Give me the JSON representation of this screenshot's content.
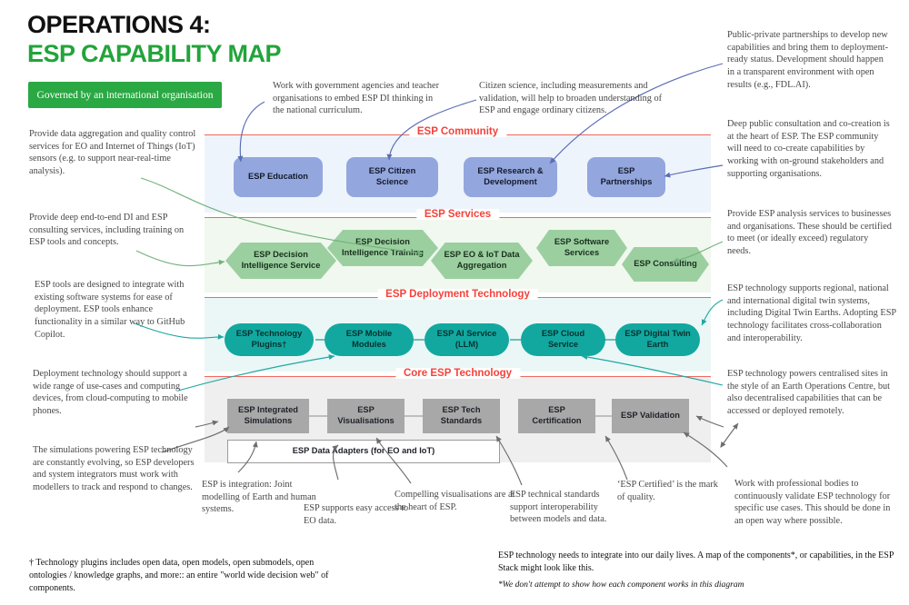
{
  "header": {
    "title_line1": "OPERATIONS 4:",
    "title_line2": "ESP CAPABILITY MAP",
    "banner_label": "Governed by an international organisation",
    "accent_green": "#2aa843",
    "title_dark": "#111111",
    "title_green": "#22a43a"
  },
  "bands": {
    "community": {
      "label": "ESP Community",
      "rule_color": "#f1685e",
      "fill": "#eef4fc",
      "node_fill": "#93a6dd",
      "nodes": [
        {
          "label": "ESP Education"
        },
        {
          "label": "ESP Citizen Science"
        },
        {
          "label": "ESP Research & Development"
        },
        {
          "label": "ESP Partnerships"
        }
      ]
    },
    "services": {
      "label": "ESP Services",
      "fill": "#f1f8ef",
      "node_fill": "#9ccfa0",
      "nodes": [
        {
          "label": "ESP Decision Intelligence Service"
        },
        {
          "label": "ESP Decision Intelligence Training"
        },
        {
          "label": "ESP EO & IoT Data Aggregation"
        },
        {
          "label": "ESP Software Services"
        },
        {
          "label": "ESP Consulting"
        }
      ]
    },
    "deployment": {
      "label": "ESP Deployment Technology",
      "fill": "#eaf7f6",
      "node_fill": "#12a8a0",
      "nodes": [
        {
          "label": "ESP Technology Plugins†"
        },
        {
          "label": "ESP Mobile Modules"
        },
        {
          "label": "ESP AI Service (LLM)"
        },
        {
          "label": "ESP Cloud Service"
        },
        {
          "label": "ESP Digital Twin Earth"
        }
      ]
    },
    "core": {
      "label": "Core ESP Technology",
      "fill": "#efefef",
      "node_fill": "#a8a8a8",
      "nodes": [
        {
          "label": "ESP Integrated Simulations"
        },
        {
          "label": "ESP Visualisations"
        },
        {
          "label": "ESP Tech Standards"
        },
        {
          "label": "ESP Certification"
        },
        {
          "label": "ESP Validation"
        }
      ],
      "adapter": {
        "label": "ESP Data Adapters (for EO and IoT)"
      }
    }
  },
  "notes": {
    "top_curriculum": "Work with government agencies and teacher organisations to embed ESP DI thinking in the national curriculum.",
    "top_citizen": "Citizen science, including measurements and validation, will help to broaden understanding of ESP and engage ordinary citizens.",
    "right_partnerships": "Public-private partnerships to develop new capabilities and bring them to deployment-ready status. Development should happen in a transparent environment with open results (e.g., FDL.AI).",
    "right_consultation": "Deep public consultation and co-creation is at the heart of ESP. The ESP community will need to co-create capabilities by working with on-ground stakeholders and supporting organisations.",
    "right_analysis": "Provide ESP analysis services to businesses and organisations. These should be certified to meet (or ideally exceed) regulatory needs.",
    "right_digital_twin": "ESP technology supports regional, national and international digital twin systems, including Digital Twin Earths. Adopting ESP technology facilitates cross-collaboration and interoperability.",
    "right_centralised": "ESP technology powers centralised sites in the style of an Earth Operations Centre, but also decentralised capabilities that can be accessed or deployed remotely.",
    "right_validate": "Work with professional bodies to continuously validate ESP technology for specific use cases. This should be done in an open way where possible.",
    "left_aggregation": "Provide data aggregation and quality control services for EO and Internet of Things (IoT) sensors (e.g. to support near-real-time analysis).",
    "left_consulting": "Provide deep end-to-end DI and ESP consulting services, including training on ESP tools and concepts.",
    "left_integrate": "ESP tools are designed to integrate with existing software systems for ease of deployment. ESP tools enhance functionality in a similar way to GitHub Copilot.",
    "left_usecases": "Deployment technology should support a wide range of use-cases and computing devices, from cloud-computing to mobile phones.",
    "left_simulations": "The simulations powering ESP technology are constantly evolving, so ESP developers and system integrators must work with modellers to track and respond to changes.",
    "bottom_integration": "ESP is integration: Joint modelling of Earth and human systems.",
    "bottom_eodata": "ESP supports easy access to EO data.",
    "bottom_visualisations": "Compelling visualisations are at the heart of ESP.",
    "bottom_standards": "ESP technical standards support interoperability between models and data.",
    "bottom_certified": "‘ESP Certified’ is the mark of quality."
  },
  "footer": {
    "left_note": "† Technology plugins includes open data, open models, open submodels, open ontologies / knowledge graphs, and more:: an entire \"world wide decision web\" of components.",
    "right_note": "ESP technology needs to integrate into our daily lives. A map of the components*, or capabilities, in the ESP Stack might look like this.",
    "right_note_italic": "*We don't attempt to show how each component works in this diagram"
  }
}
